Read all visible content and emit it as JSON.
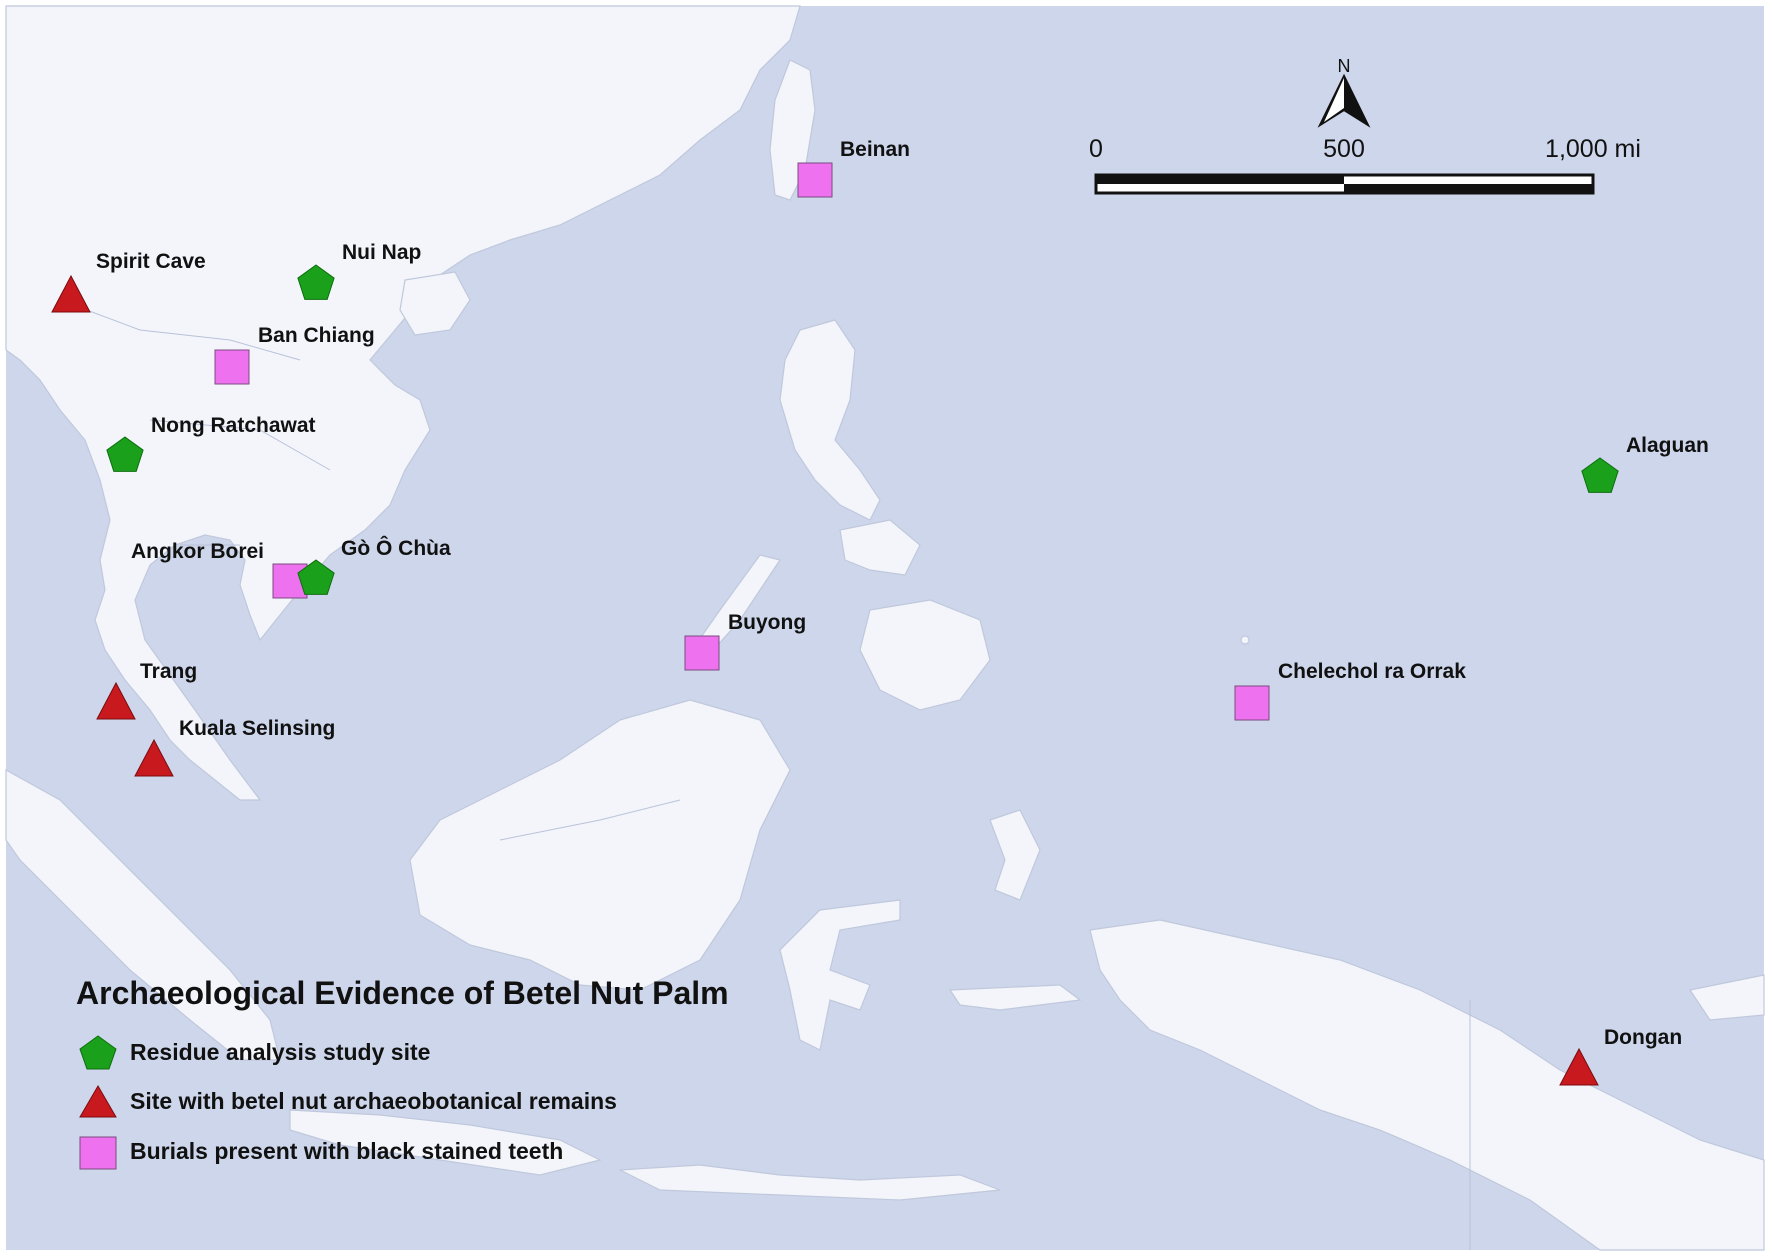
{
  "legend": {
    "title": "Archaeological Evidence of Betel Nut Palm",
    "items": [
      {
        "symbol": "green-pentagon",
        "label": "Residue analysis study site"
      },
      {
        "symbol": "red-triangle",
        "label": "Site with betel nut archaeobotanical remains"
      },
      {
        "symbol": "pink-square",
        "label": "Burials present with black stained teeth"
      }
    ]
  },
  "scale_bar": {
    "ticks": [
      "0",
      "500",
      "1,000 mi"
    ]
  },
  "north_arrow": {
    "label": "N"
  },
  "sites": [
    {
      "name": "Spirit Cave",
      "type": "red-triangle"
    },
    {
      "name": "Nui Nap",
      "type": "green-pentagon"
    },
    {
      "name": "Ban Chiang",
      "type": "pink-square"
    },
    {
      "name": "Nong Ratchawat",
      "type": "green-pentagon"
    },
    {
      "name": "Angkor Borei",
      "type": "pink-square"
    },
    {
      "name": "Gò Ô Chùa",
      "type": "green-pentagon"
    },
    {
      "name": "Trang",
      "type": "red-triangle"
    },
    {
      "name": "Kuala Selinsing",
      "type": "red-triangle"
    },
    {
      "name": "Beinan",
      "type": "pink-square"
    },
    {
      "name": "Buyong",
      "type": "pink-square"
    },
    {
      "name": "Chelechol ra Orrak",
      "type": "pink-square"
    },
    {
      "name": "Alaguan",
      "type": "green-pentagon"
    },
    {
      "name": "Dongan",
      "type": "red-triangle"
    }
  ],
  "colors": {
    "sea": "#cdd6ea",
    "land": "#f3f5fb",
    "border": "#b9c2d8",
    "green_pentagon": "#1aa01a",
    "red_triangle": "#c8191e",
    "pink_square": "#ee72f0"
  }
}
